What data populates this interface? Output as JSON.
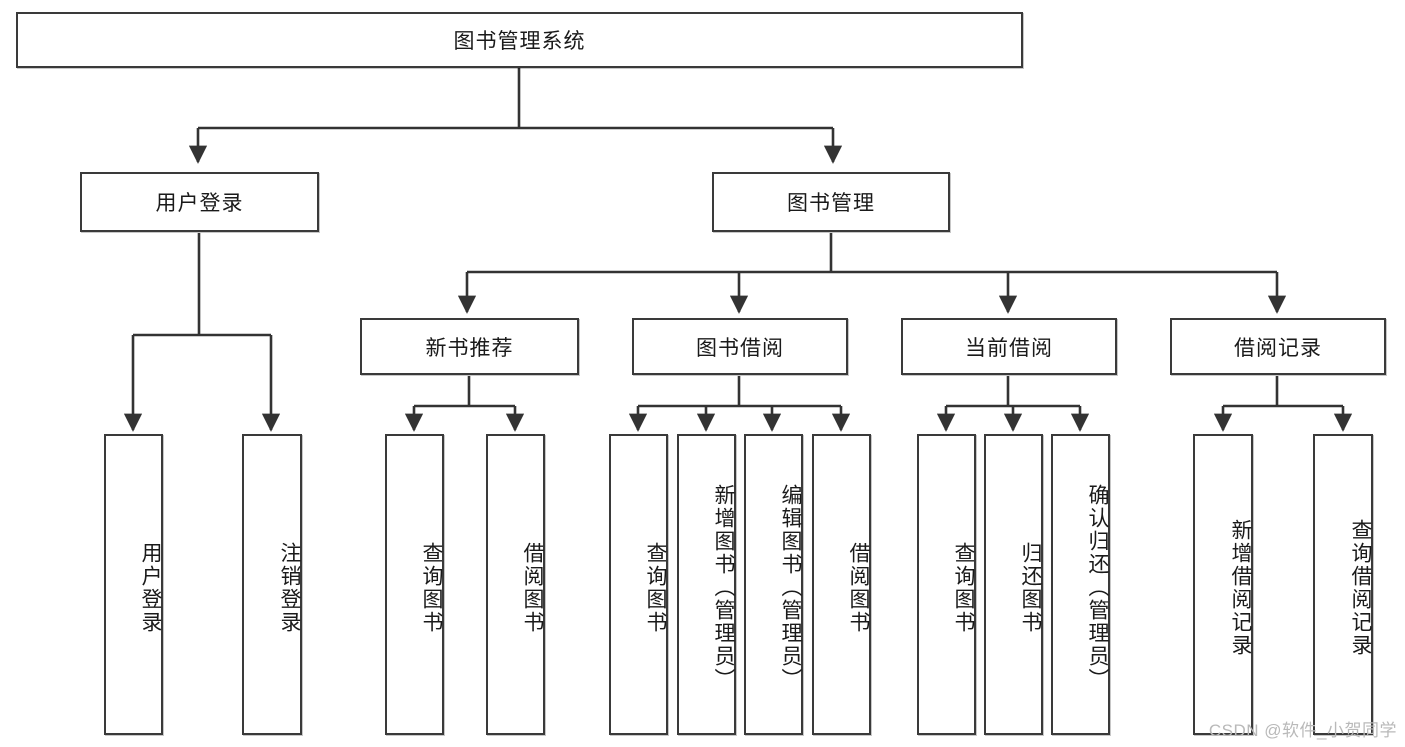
{
  "diagram": {
    "title": "图书管理系统",
    "type": "tree",
    "orientation": "top-down",
    "colors": {
      "background": "#ffffff",
      "node_border": "#3a3a3a",
      "node_fill": "#ffffff",
      "edge": "#333333",
      "text": "#1a1a1a",
      "watermark": "#b9b9b9"
    },
    "nodes": {
      "root": {
        "label": "图书管理系统",
        "level": 0,
        "text_direction": "horizontal"
      },
      "l1": [
        {
          "id": "user_login",
          "label": "用户登录",
          "text_direction": "horizontal"
        },
        {
          "id": "book_mgmt",
          "label": "图书管理",
          "text_direction": "horizontal"
        }
      ],
      "l2": [
        {
          "id": "new_book_rec",
          "label": "新书推荐",
          "parent": "book_mgmt",
          "text_direction": "horizontal"
        },
        {
          "id": "book_borrow",
          "label": "图书借阅",
          "parent": "book_mgmt",
          "text_direction": "horizontal"
        },
        {
          "id": "current_borrow",
          "label": "当前借阅",
          "parent": "book_mgmt",
          "text_direction": "horizontal"
        },
        {
          "id": "borrow_record",
          "label": "借阅记录",
          "parent": "book_mgmt",
          "text_direction": "horizontal"
        }
      ],
      "leaves": [
        {
          "id": "leaf_user_login",
          "label": "用户登录",
          "parent": "user_login",
          "text_direction": "vertical"
        },
        {
          "id": "leaf_user_logout",
          "label": "注销登录",
          "parent": "user_login",
          "text_direction": "vertical"
        },
        {
          "id": "leaf_rec_query",
          "label": "查询图书",
          "parent": "new_book_rec",
          "text_direction": "vertical"
        },
        {
          "id": "leaf_rec_borrow",
          "label": "借阅图书",
          "parent": "new_book_rec",
          "text_direction": "vertical"
        },
        {
          "id": "leaf_borrow_query",
          "label": "查询图书",
          "parent": "book_borrow",
          "text_direction": "vertical"
        },
        {
          "id": "leaf_borrow_add",
          "label": "新增图书（管理员）",
          "parent": "book_borrow",
          "text_direction": "vertical"
        },
        {
          "id": "leaf_borrow_edit",
          "label": "编辑图书（管理员）",
          "parent": "book_borrow",
          "text_direction": "vertical"
        },
        {
          "id": "leaf_borrow_do",
          "label": "借阅图书",
          "parent": "book_borrow",
          "text_direction": "vertical"
        },
        {
          "id": "leaf_cur_query",
          "label": "查询图书",
          "parent": "current_borrow",
          "text_direction": "vertical"
        },
        {
          "id": "leaf_cur_return",
          "label": "归还图书",
          "parent": "current_borrow",
          "text_direction": "vertical"
        },
        {
          "id": "leaf_cur_confirm",
          "label": "确认归还（管理员）",
          "parent": "current_borrow",
          "text_direction": "vertical"
        },
        {
          "id": "leaf_rec_add",
          "label": "新增借阅记录",
          "parent": "borrow_record",
          "text_direction": "vertical"
        },
        {
          "id": "leaf_rec_query2",
          "label": "查询借阅记录",
          "parent": "borrow_record",
          "text_direction": "vertical"
        }
      ]
    }
  },
  "watermark": {
    "text": "CSDN @软件_小贺同学"
  }
}
